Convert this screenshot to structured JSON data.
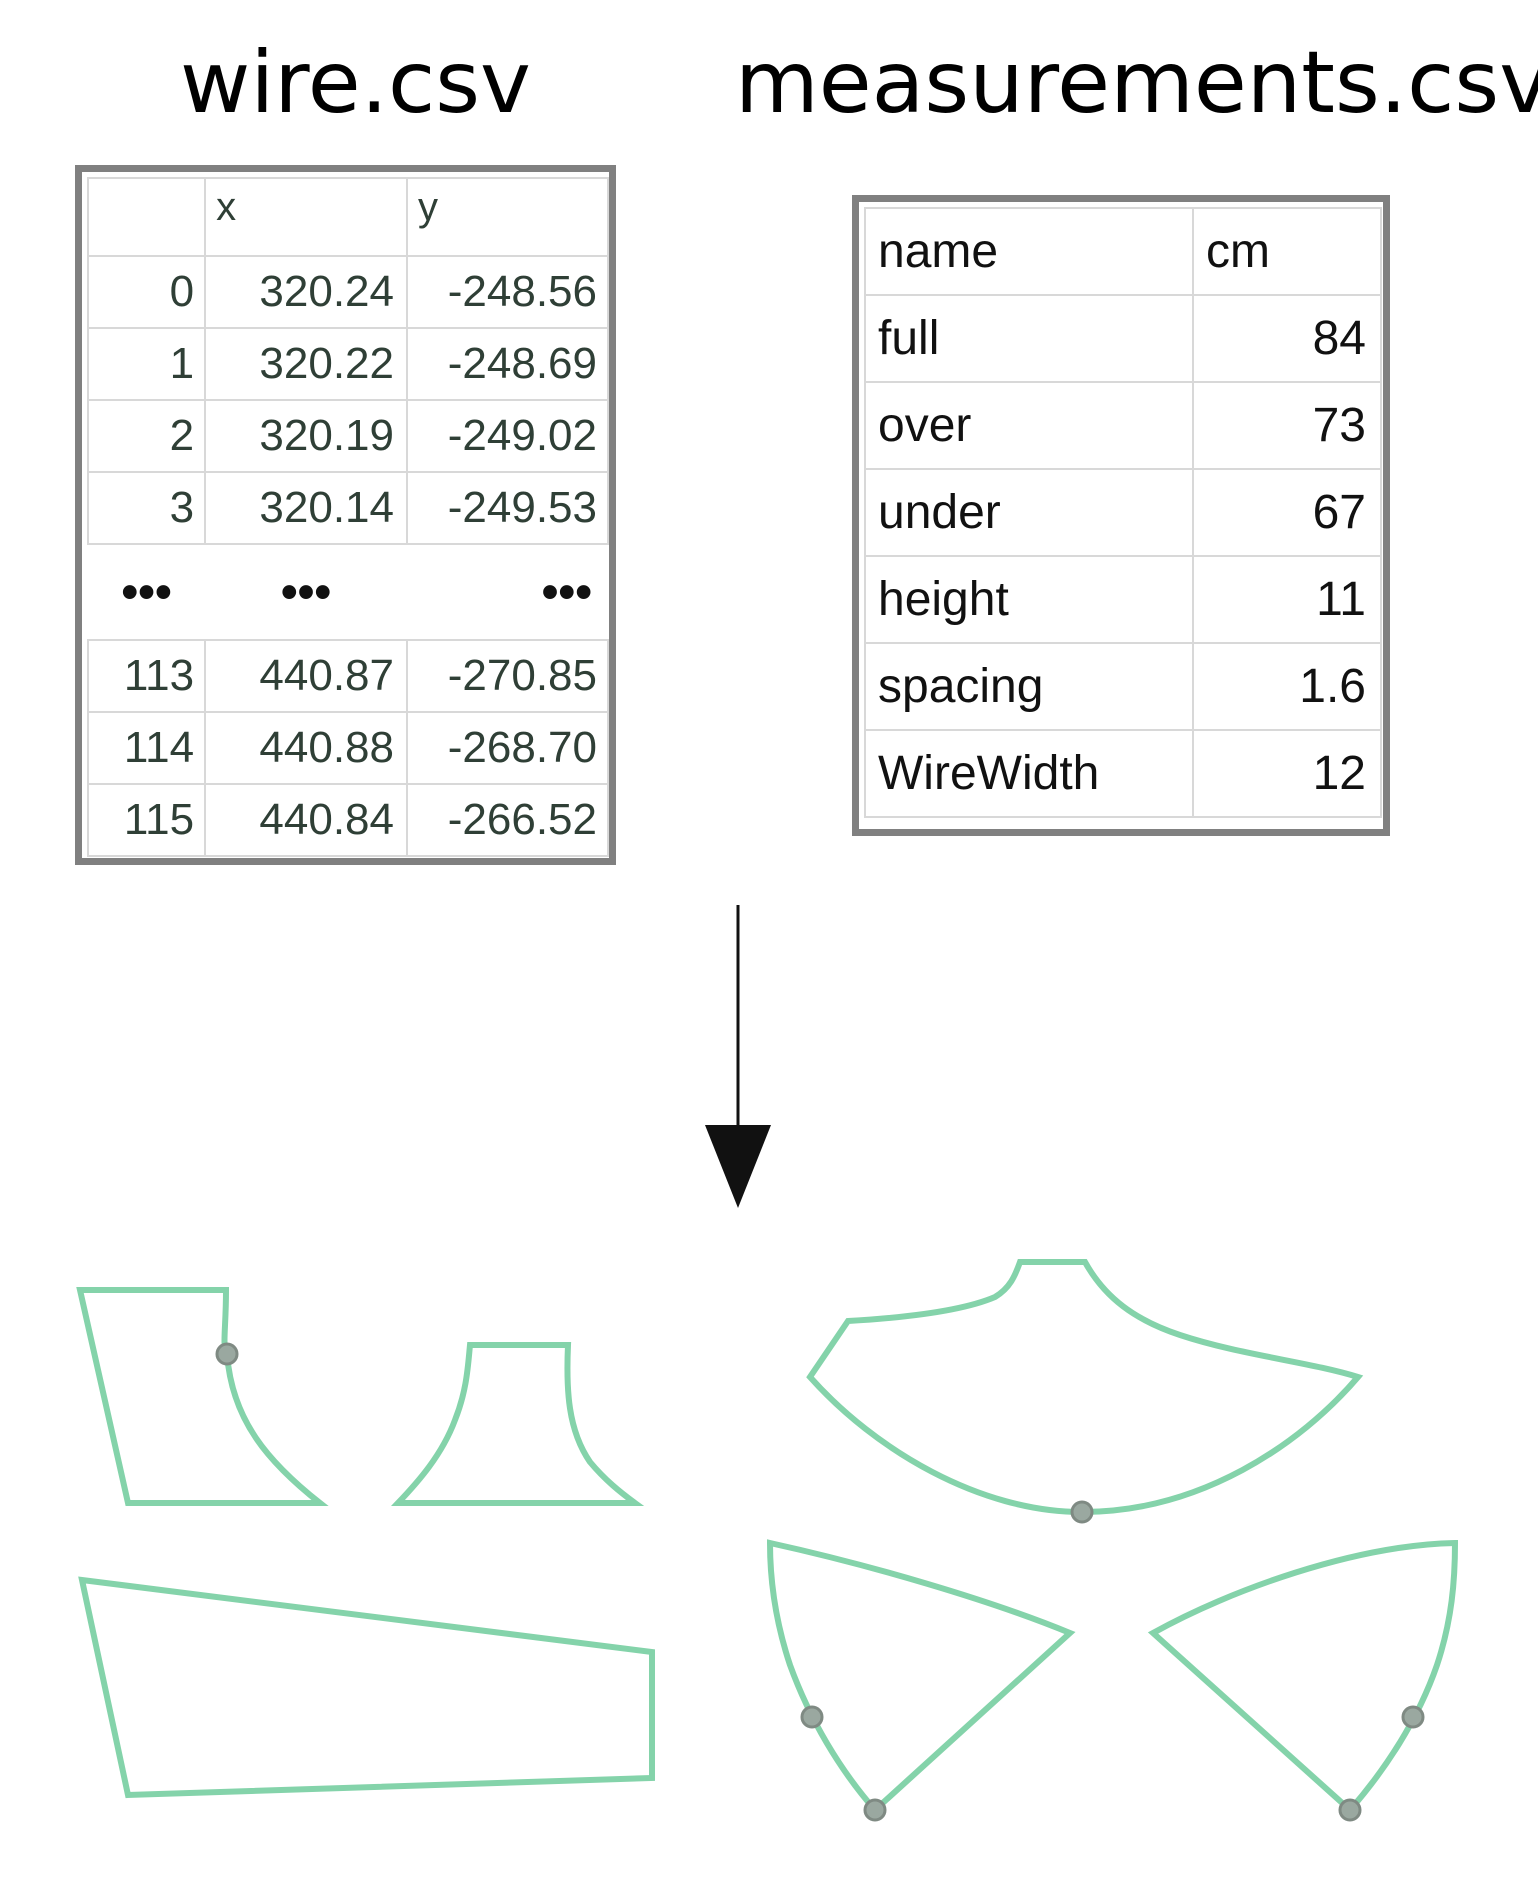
{
  "titles": {
    "wire": "wire.csv",
    "measurements": "measurements.csv"
  },
  "wire_table": {
    "headers": [
      "",
      "x",
      "y"
    ],
    "rows_top": [
      [
        "0",
        "320.24",
        "-248.56"
      ],
      [
        "1",
        "320.22",
        "-248.69"
      ],
      [
        "2",
        "320.19",
        "-249.02"
      ],
      [
        "3",
        "320.14",
        "-249.53"
      ]
    ],
    "ellipsis": [
      "•••",
      "•••",
      "•••"
    ],
    "rows_bottom": [
      [
        "113",
        "440.87",
        "-270.85"
      ],
      [
        "114",
        "440.88",
        "-268.70"
      ],
      [
        "115",
        "440.84",
        "-266.52"
      ]
    ]
  },
  "measurements_table": {
    "headers": [
      "name",
      "cm"
    ],
    "rows": [
      [
        "full",
        "84"
      ],
      [
        "over",
        "73"
      ],
      [
        "under",
        "67"
      ],
      [
        "height",
        "11"
      ],
      [
        "spacing",
        "1.6"
      ],
      [
        "WireWidth",
        "12"
      ]
    ]
  },
  "colors": {
    "pattern_stroke": "#84d3aa",
    "marker_fill": "#9aa8a0",
    "marker_stroke": "#7f8a83",
    "arrow": "#111111",
    "frame": "#808080"
  }
}
